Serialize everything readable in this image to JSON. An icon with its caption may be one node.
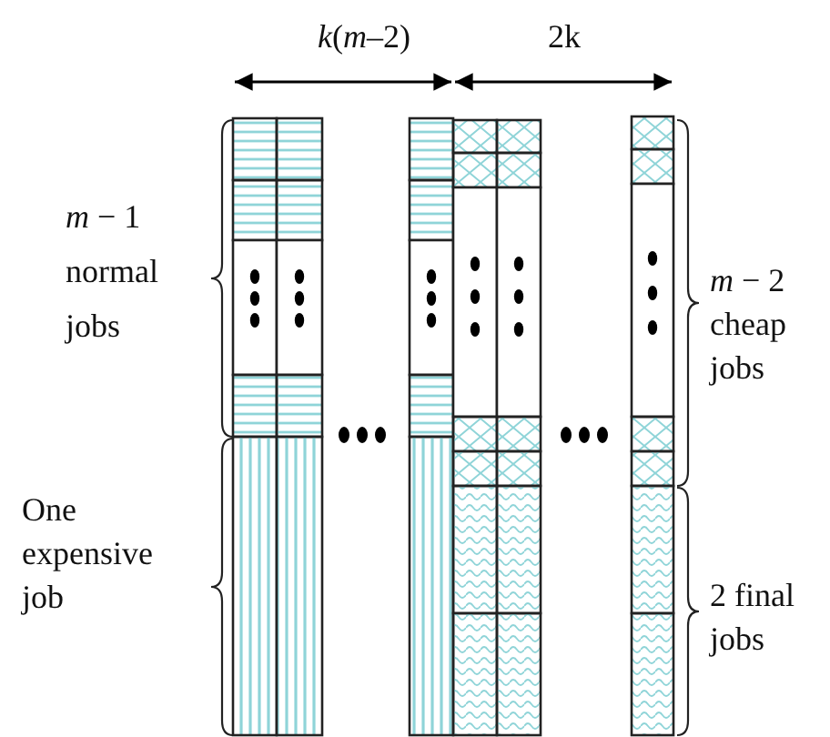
{
  "diagram": {
    "labels": [
      "*k*(*m*–2)",
      "2k",
      "*m* − 1 normal jobs",
      "One expensive job",
      "*m* − 2 cheap jobs",
      "2 final jobs"
    ]
  }
}
